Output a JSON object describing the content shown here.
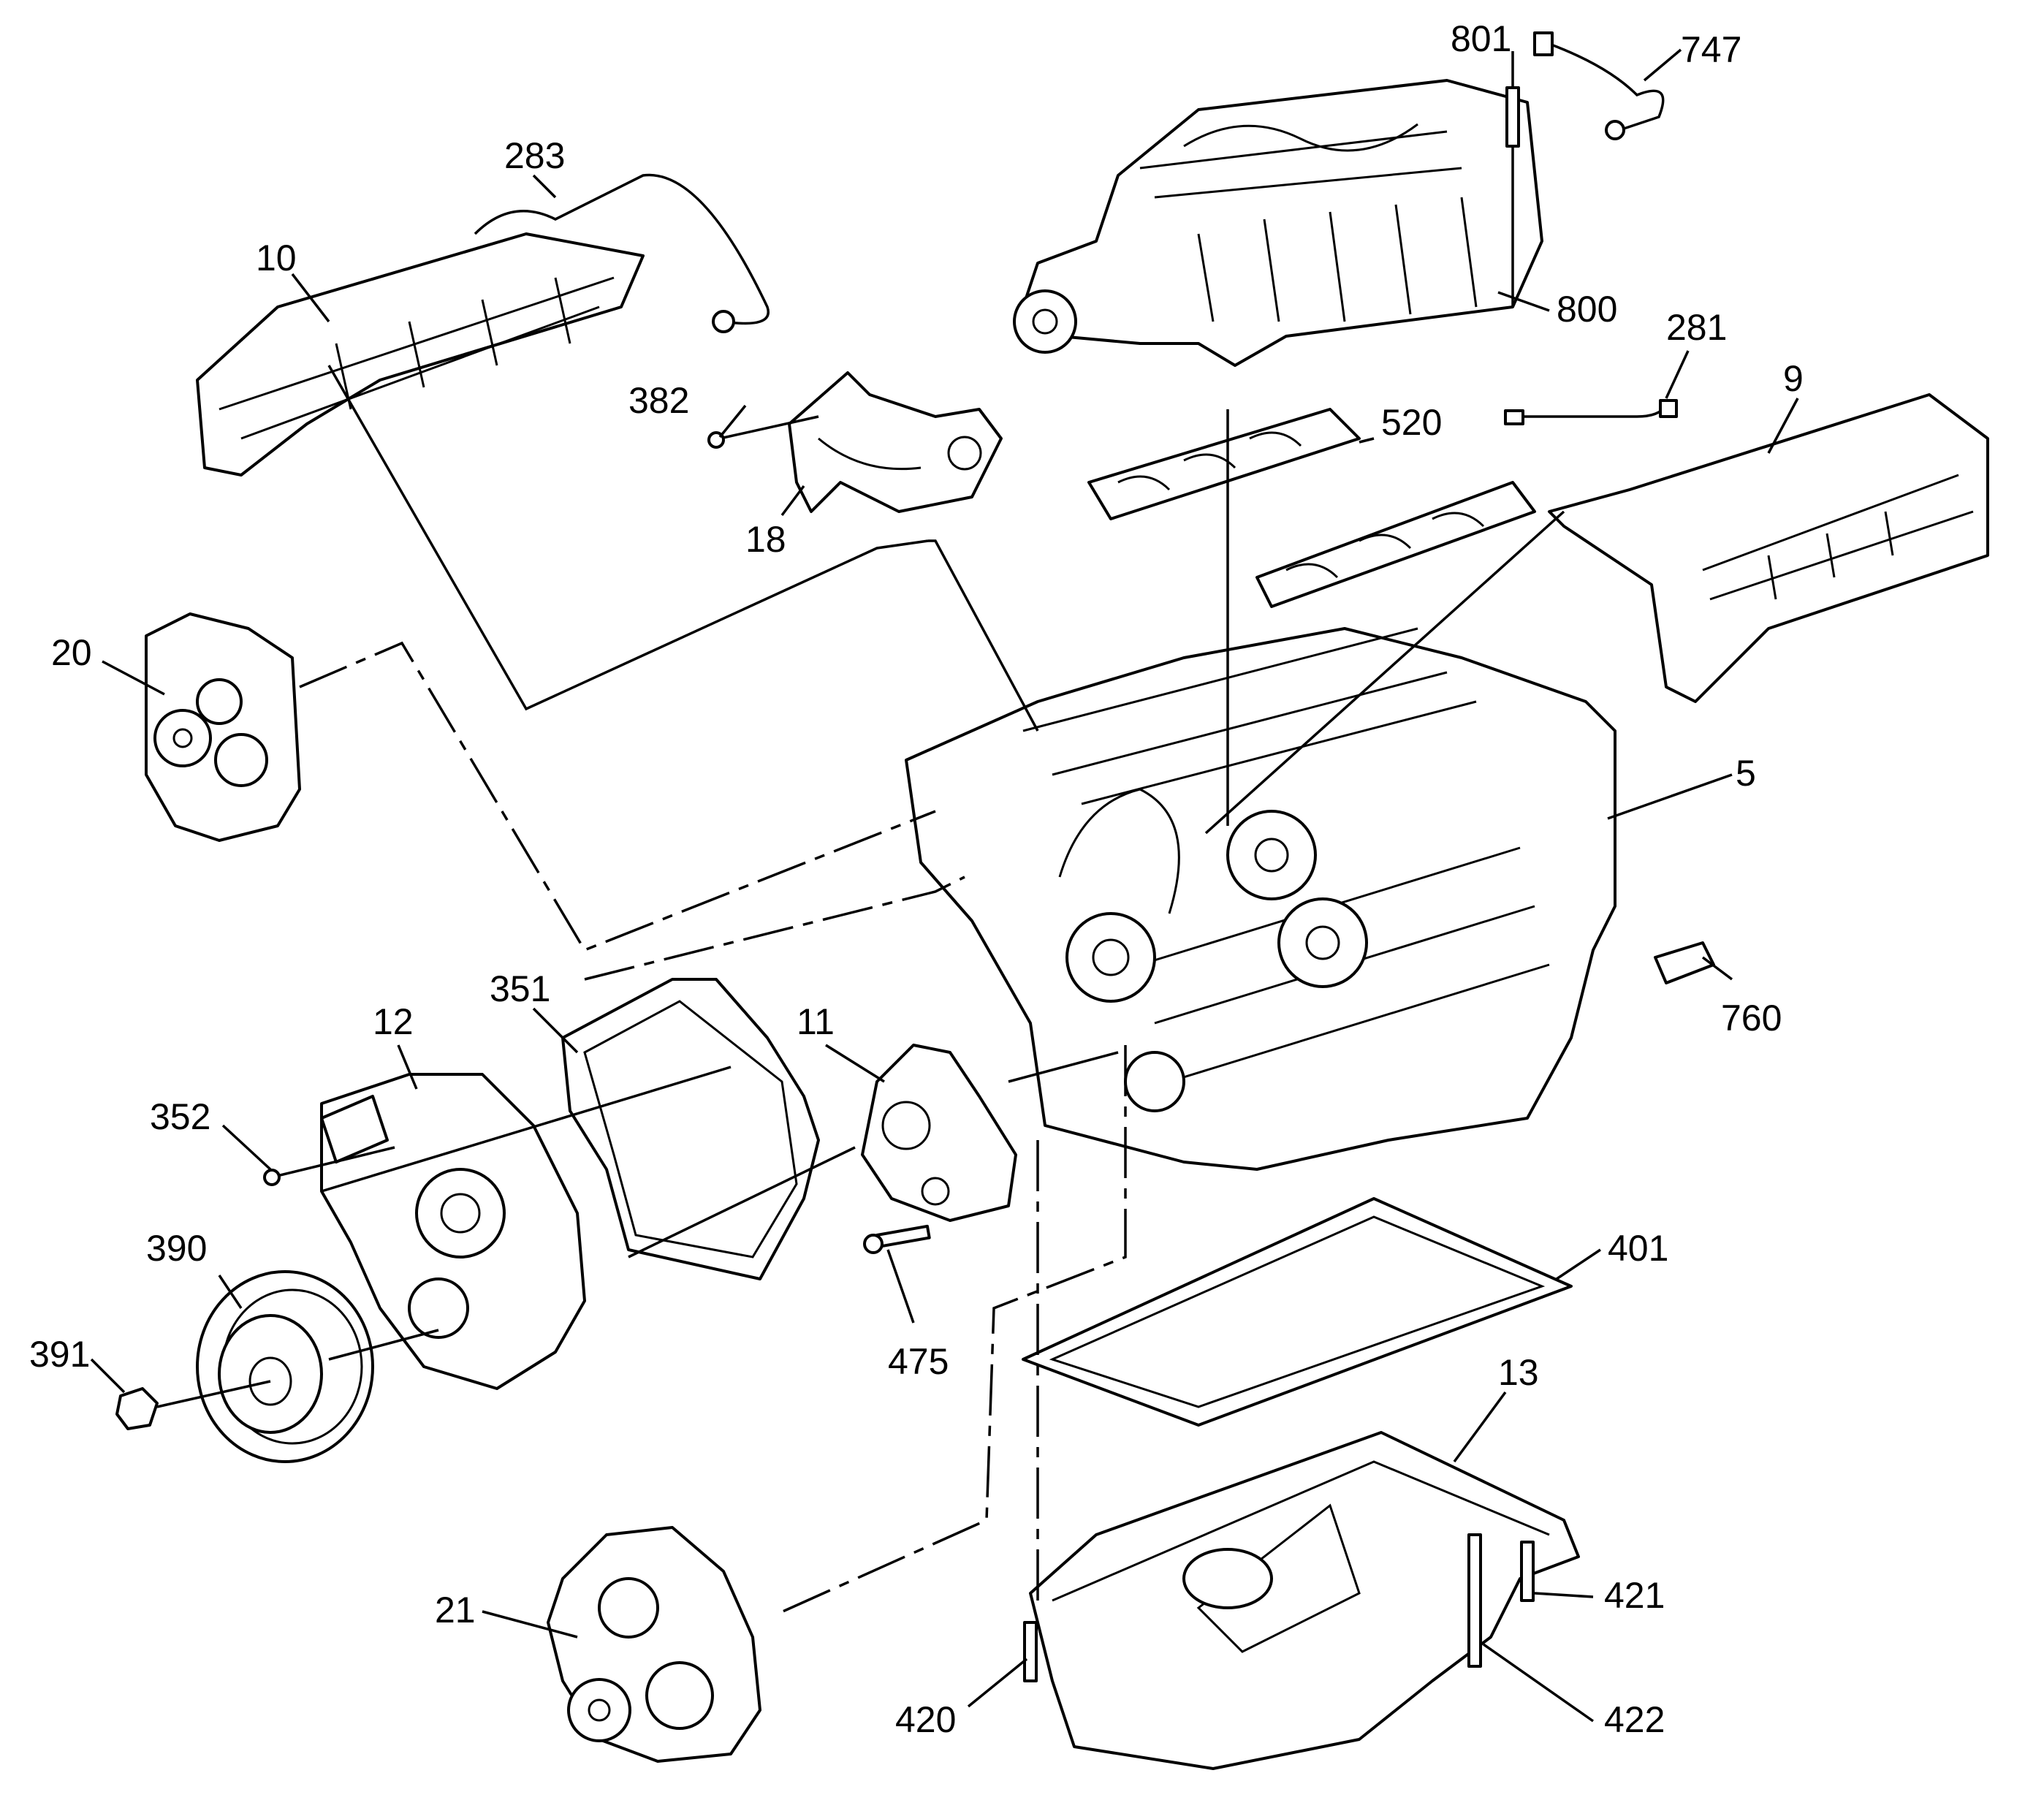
{
  "diagram": {
    "callouts": [
      {
        "id": "801",
        "text": "801"
      },
      {
        "id": "747",
        "text": "747"
      },
      {
        "id": "283",
        "text": "283"
      },
      {
        "id": "10",
        "text": "10"
      },
      {
        "id": "800",
        "text": "800"
      },
      {
        "id": "281",
        "text": "281"
      },
      {
        "id": "9",
        "text": "9"
      },
      {
        "id": "382",
        "text": "382"
      },
      {
        "id": "520",
        "text": "520"
      },
      {
        "id": "18",
        "text": "18"
      },
      {
        "id": "20",
        "text": "20"
      },
      {
        "id": "5",
        "text": "5"
      },
      {
        "id": "351",
        "text": "351"
      },
      {
        "id": "12",
        "text": "12"
      },
      {
        "id": "11",
        "text": "11"
      },
      {
        "id": "760",
        "text": "760"
      },
      {
        "id": "352",
        "text": "352"
      },
      {
        "id": "390",
        "text": "390"
      },
      {
        "id": "401",
        "text": "401"
      },
      {
        "id": "475",
        "text": "475"
      },
      {
        "id": "391",
        "text": "391"
      },
      {
        "id": "13",
        "text": "13"
      },
      {
        "id": "21",
        "text": "21"
      },
      {
        "id": "421",
        "text": "421"
      },
      {
        "id": "420",
        "text": "420"
      },
      {
        "id": "422",
        "text": "422"
      }
    ]
  }
}
